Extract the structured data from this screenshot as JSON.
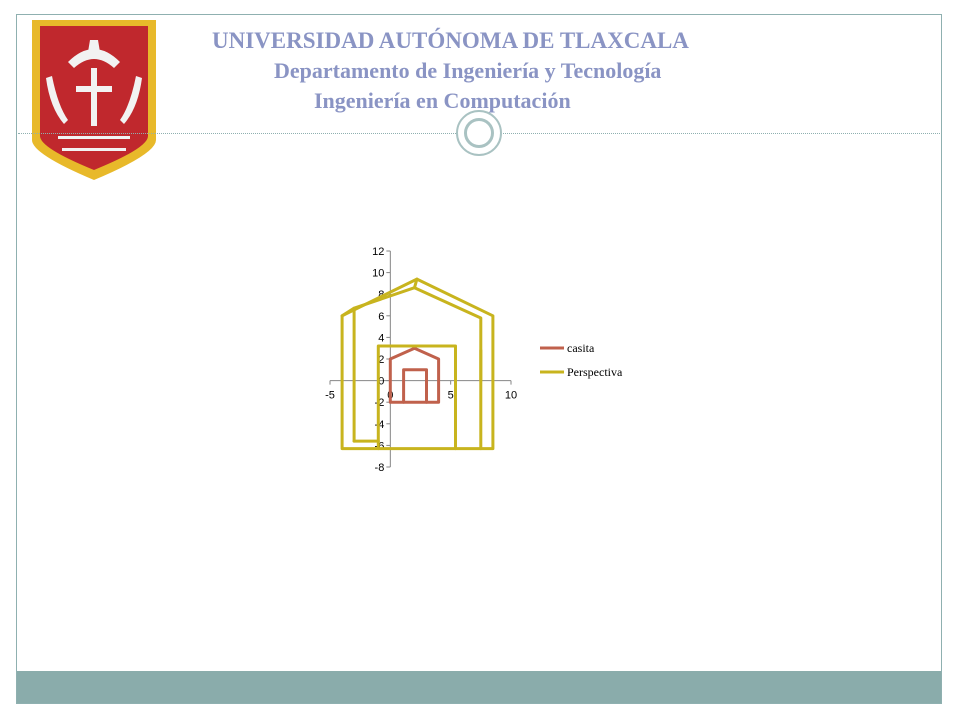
{
  "header": {
    "line1": "UNIVERSIDAD AUTÓNOMA DE TLAXCALA",
    "line2": "Departamento de Ingeniería y Tecnología",
    "line3": "Ingeniería en Computación"
  },
  "colors": {
    "title": "#8a94c4",
    "accent": "#8aacab",
    "logo_red": "#c0282d",
    "logo_gold": "#e8b92a"
  },
  "chart_data": {
    "type": "scatter",
    "title": "",
    "xlabel": "",
    "ylabel": "",
    "xlim": [
      -5,
      10
    ],
    "ylim": [
      -8,
      12
    ],
    "x_ticks": [
      -5,
      0,
      5,
      10
    ],
    "y_ticks": [
      -8,
      -6,
      -4,
      -2,
      0,
      2,
      4,
      6,
      8,
      10,
      12
    ],
    "grid": false,
    "legend_position": "right",
    "series": [
      {
        "name": "casita",
        "color": "#c0614c",
        "segments": [
          [
            [
              0,
              -2
            ],
            [
              0,
              2
            ],
            [
              2,
              3
            ],
            [
              4,
              2
            ],
            [
              4,
              -2
            ],
            [
              0,
              -2
            ]
          ],
          [
            [
              1.1,
              -2
            ],
            [
              1.1,
              1
            ],
            [
              3,
              1
            ],
            [
              3,
              -2
            ]
          ]
        ]
      },
      {
        "name": "Perspectiva",
        "color": "#c8b41e",
        "segments": [
          [
            [
              -4,
              -6.3
            ],
            [
              -4,
              6
            ],
            [
              2.2,
              9.4
            ],
            [
              8.5,
              6
            ],
            [
              8.5,
              -6.3
            ],
            [
              -4,
              -6.3
            ]
          ],
          [
            [
              -4,
              6
            ],
            [
              -3,
              6.7
            ],
            [
              2,
              8.6
            ],
            [
              7.5,
              5.8
            ],
            [
              7.5,
              -6.3
            ]
          ],
          [
            [
              -3,
              6.7
            ],
            [
              -3,
              -5.6
            ]
          ],
          [
            [
              2,
              8.6
            ],
            [
              2.2,
              9.4
            ]
          ],
          [
            [
              -1,
              -6.3
            ],
            [
              -1,
              3.2
            ],
            [
              5.4,
              3.2
            ],
            [
              5.4,
              -6.3
            ]
          ],
          [
            [
              -3,
              -5.6
            ],
            [
              -1,
              -5.6
            ]
          ],
          [
            [
              7.5,
              2.8
            ],
            [
              7.5,
              0
            ]
          ]
        ]
      }
    ]
  }
}
